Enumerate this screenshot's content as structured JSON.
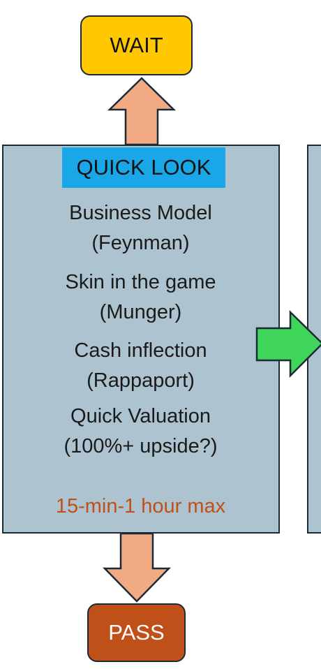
{
  "wait": {
    "label": "WAIT"
  },
  "pass": {
    "label": "PASS"
  },
  "quick_look": {
    "title": "QUICK LOOK",
    "items": [
      {
        "line1": "Business Model",
        "line2": "(Feynman)"
      },
      {
        "line1": "Skin in the game",
        "line2": "(Munger)"
      },
      {
        "line1": "Cash inflection",
        "line2": "(Rappaport)"
      },
      {
        "line1": "Quick Valuation",
        "line2": "(100%+ upside?)"
      }
    ],
    "time_limit": "15-min-1 hour max"
  },
  "colors": {
    "wait_fill": "#ffc800",
    "pass_fill": "#c0501a",
    "panel_fill": "#adc4d0",
    "title_fill": "#1aa7e8",
    "arrow_orange": "#f2aa84",
    "arrow_green": "#3fd45a",
    "time_text": "#c0501a"
  }
}
